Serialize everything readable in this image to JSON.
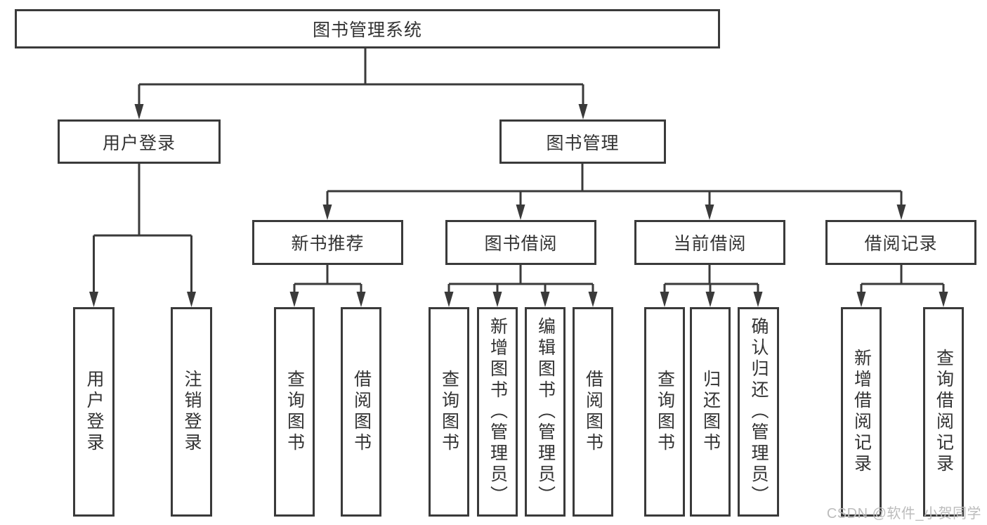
{
  "diagram": {
    "root": {
      "label": "图书管理系统"
    },
    "user_branch": {
      "label": "用户登录",
      "children": [
        {
          "label": "用户登录"
        },
        {
          "label": "注销登录"
        }
      ]
    },
    "book_branch": {
      "label": "图书管理",
      "sections": [
        {
          "label": "新书推荐",
          "children": [
            {
              "label": "查询图书"
            },
            {
              "label": "借阅图书"
            }
          ]
        },
        {
          "label": "图书借阅",
          "children": [
            {
              "label": "查询图书"
            },
            {
              "label": "新增图书（管理员）"
            },
            {
              "label": "编辑图书（管理员）"
            },
            {
              "label": "借阅图书"
            }
          ]
        },
        {
          "label": "当前借阅",
          "children": [
            {
              "label": "查询图书"
            },
            {
              "label": "归还图书"
            },
            {
              "label": "确认归还（管理员）"
            }
          ]
        },
        {
          "label": "借阅记录",
          "children": [
            {
              "label": "新增借阅记录"
            },
            {
              "label": "查询借阅记录"
            }
          ]
        }
      ]
    }
  },
  "watermark": {
    "text": "CSDN @软件_小贺同学"
  },
  "colors": {
    "line": "#3a3a3a",
    "text": "#333333",
    "background": "#ffffff",
    "watermark": "#bcbcbc"
  }
}
